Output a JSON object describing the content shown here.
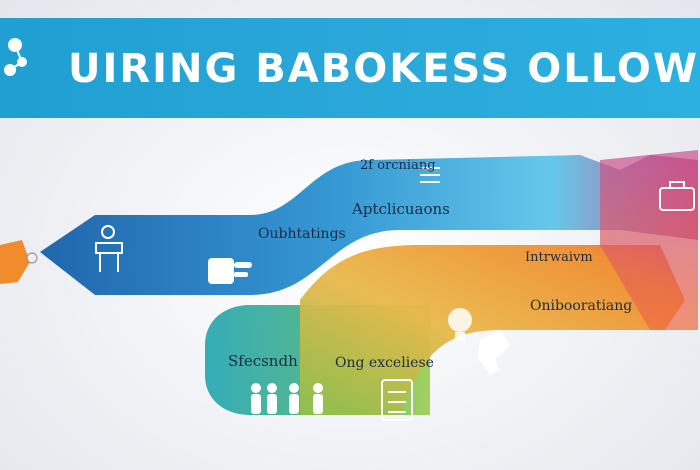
{
  "banner": {
    "title": "UIRING BABOKESS OLLOWIGR",
    "color": "#2aa7d8"
  },
  "flow": {
    "colors": {
      "blue": "#1b72b8",
      "cyan": "#3bb4e3",
      "magenta": "#c8508f",
      "orange": "#f08c2c",
      "yellow": "#e9b84a",
      "green": "#4cb38a",
      "teal": "#2aa9b5"
    },
    "labels": {
      "top_small": "2f orcniang",
      "applications": "Aptclicuaons",
      "outhtatings": "Oubhtatings",
      "intrwaivm": "Intrwaivm",
      "onboarding": "Onibooratiang",
      "sfecand": "Sfecsndh",
      "ong_excellence": "Ong exceliese"
    },
    "icons": [
      "molecule-icon",
      "lab-flask-icon",
      "desk-person-icon",
      "hand-gesture-icon",
      "clipboard-icon",
      "briefcase-icon",
      "lightbulb-icon",
      "people-group-icon",
      "checklist-icon",
      "phone-icon"
    ]
  }
}
